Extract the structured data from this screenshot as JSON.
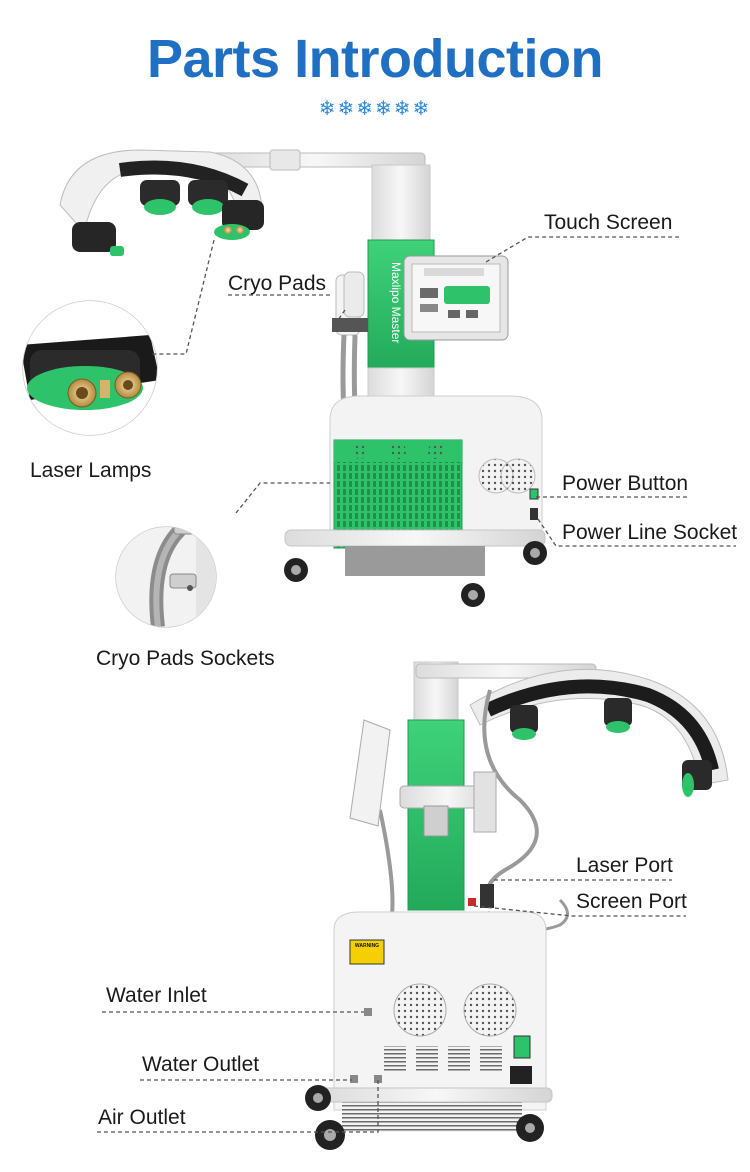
{
  "title": "Parts Introduction",
  "decoration": {
    "glyphs": "❄❄❄❄❄❄",
    "icon": "snowflake-icon",
    "color": "#2d8ad9"
  },
  "colors": {
    "title": "#1f6fc2",
    "device_green": "#2ec36a",
    "device_white": "#f2f2f2"
  },
  "device_text": {
    "brand": "Maxlipo Master",
    "warning": "WARNING"
  },
  "labels": {
    "touch_screen": "Touch Screen",
    "cryo_pads": "Cryo Pads",
    "laser_lamps": "Laser Lamps",
    "power_button": "Power Button",
    "power_line_socket": "Power Line Socket",
    "cryo_pads_sockets": "Cryo Pads Sockets",
    "laser_port": "Laser Port",
    "screen_port": "Screen Port",
    "water_inlet": "Water Inlet",
    "water_outlet": "Water Outlet",
    "air_outlet": "Air Outlet"
  }
}
